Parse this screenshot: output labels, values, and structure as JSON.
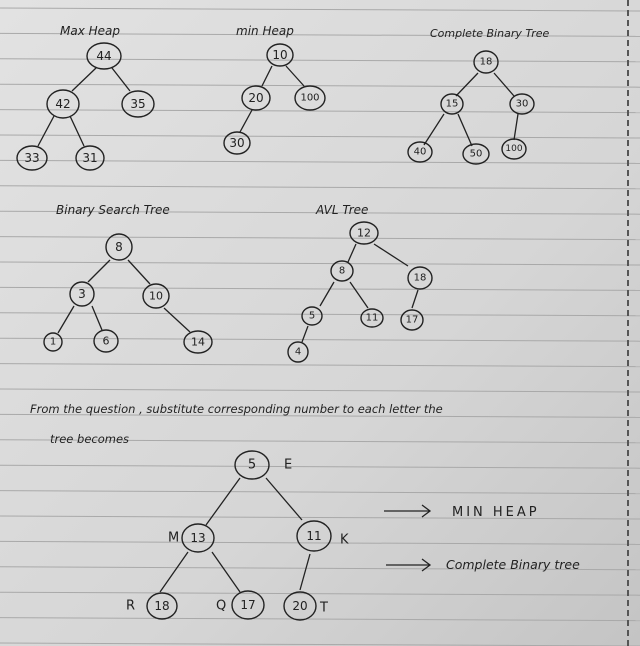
{
  "titles": {
    "max_heap": "Max Heap",
    "min_heap": "min Heap",
    "complete_binary_tree": "Complete Binary Tree",
    "bst": "Binary Search Tree",
    "avl": "AVL Tree"
  },
  "trees": {
    "max_heap": {
      "root": "44",
      "left": "42",
      "right": "35",
      "left_left": "33",
      "left_right": "31"
    },
    "min_heap": {
      "root": "10",
      "left": "20",
      "right": "100",
      "left_left": "30"
    },
    "complete": {
      "root": "18",
      "left": "15",
      "right": "30",
      "left_left": "40",
      "left_right": "50",
      "right_left": "100"
    },
    "bst": {
      "root": "8",
      "left": "3",
      "right": "10",
      "left_left": "1",
      "left_right": "6",
      "right_right": "14"
    },
    "avl": {
      "root": "12",
      "left": "8",
      "right": "18",
      "left_left": "5",
      "left_right": "11",
      "right_left": "17",
      "left_left_left": "4"
    }
  },
  "note": {
    "line1": "From the question , substitute corresponding number to each letter the",
    "line2": "tree becomes"
  },
  "final_tree": {
    "root": {
      "value": "5",
      "letter": "E"
    },
    "left": {
      "value": "13",
      "letter": "M"
    },
    "right": {
      "value": "11",
      "letter": "K"
    },
    "left_left": {
      "value": "18",
      "letter": "R"
    },
    "left_right": {
      "value": "17",
      "letter": "Q"
    },
    "right_left": {
      "value": "20",
      "letter": "T"
    }
  },
  "conclusions": {
    "arrow": "⟶",
    "first": "MIN HEAP",
    "second": "Complete Binary tree"
  },
  "colors": {
    "paper": "#dcdcdc",
    "rule_line": "#a9a9a9",
    "ink": "#222222",
    "margin": "#555555"
  }
}
